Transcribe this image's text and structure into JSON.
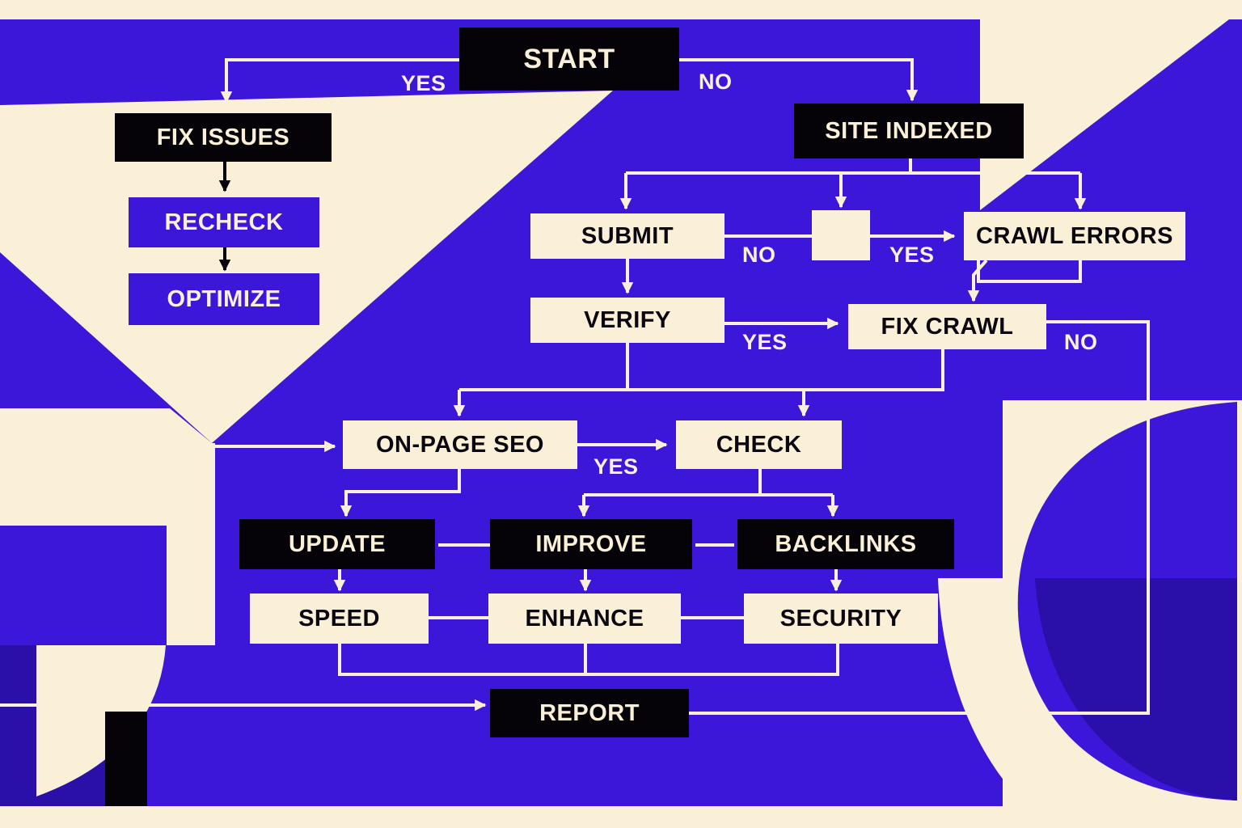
{
  "colors": {
    "background": "#FAF0D7",
    "panel_blue": "#3D17D9",
    "deep_blue": "#2A0FA8",
    "cream": "#FAF0D7",
    "black": "#050308"
  },
  "nodes": {
    "start": "START",
    "fix_issues": "FIX ISSUES",
    "recheck": "RECHECK",
    "optimize": "OPTIMIZE",
    "site_indexed": "SITE INDEXED",
    "submit": "SUBMIT",
    "decision": "",
    "crawl_errors": "CRAWL ERRORS",
    "verify": "VERIFY",
    "fix_crawl": "FIX CRAWL",
    "on_page_seo": "ON-PAGE SEO",
    "check": "CHECK",
    "update": "UPDATE",
    "improve": "IMPROVE",
    "backlinks": "BACKLINKS",
    "speed": "SPEED",
    "enhance": "ENHANCE",
    "security": "SECURITY",
    "report": "REPORT"
  },
  "edge_labels": {
    "start_yes": "YES",
    "start_no": "NO",
    "submit_no": "NO",
    "decision_yes": "YES",
    "verify_yes": "YES",
    "fix_crawl_no": "NO",
    "on_page_yes": "YES"
  }
}
